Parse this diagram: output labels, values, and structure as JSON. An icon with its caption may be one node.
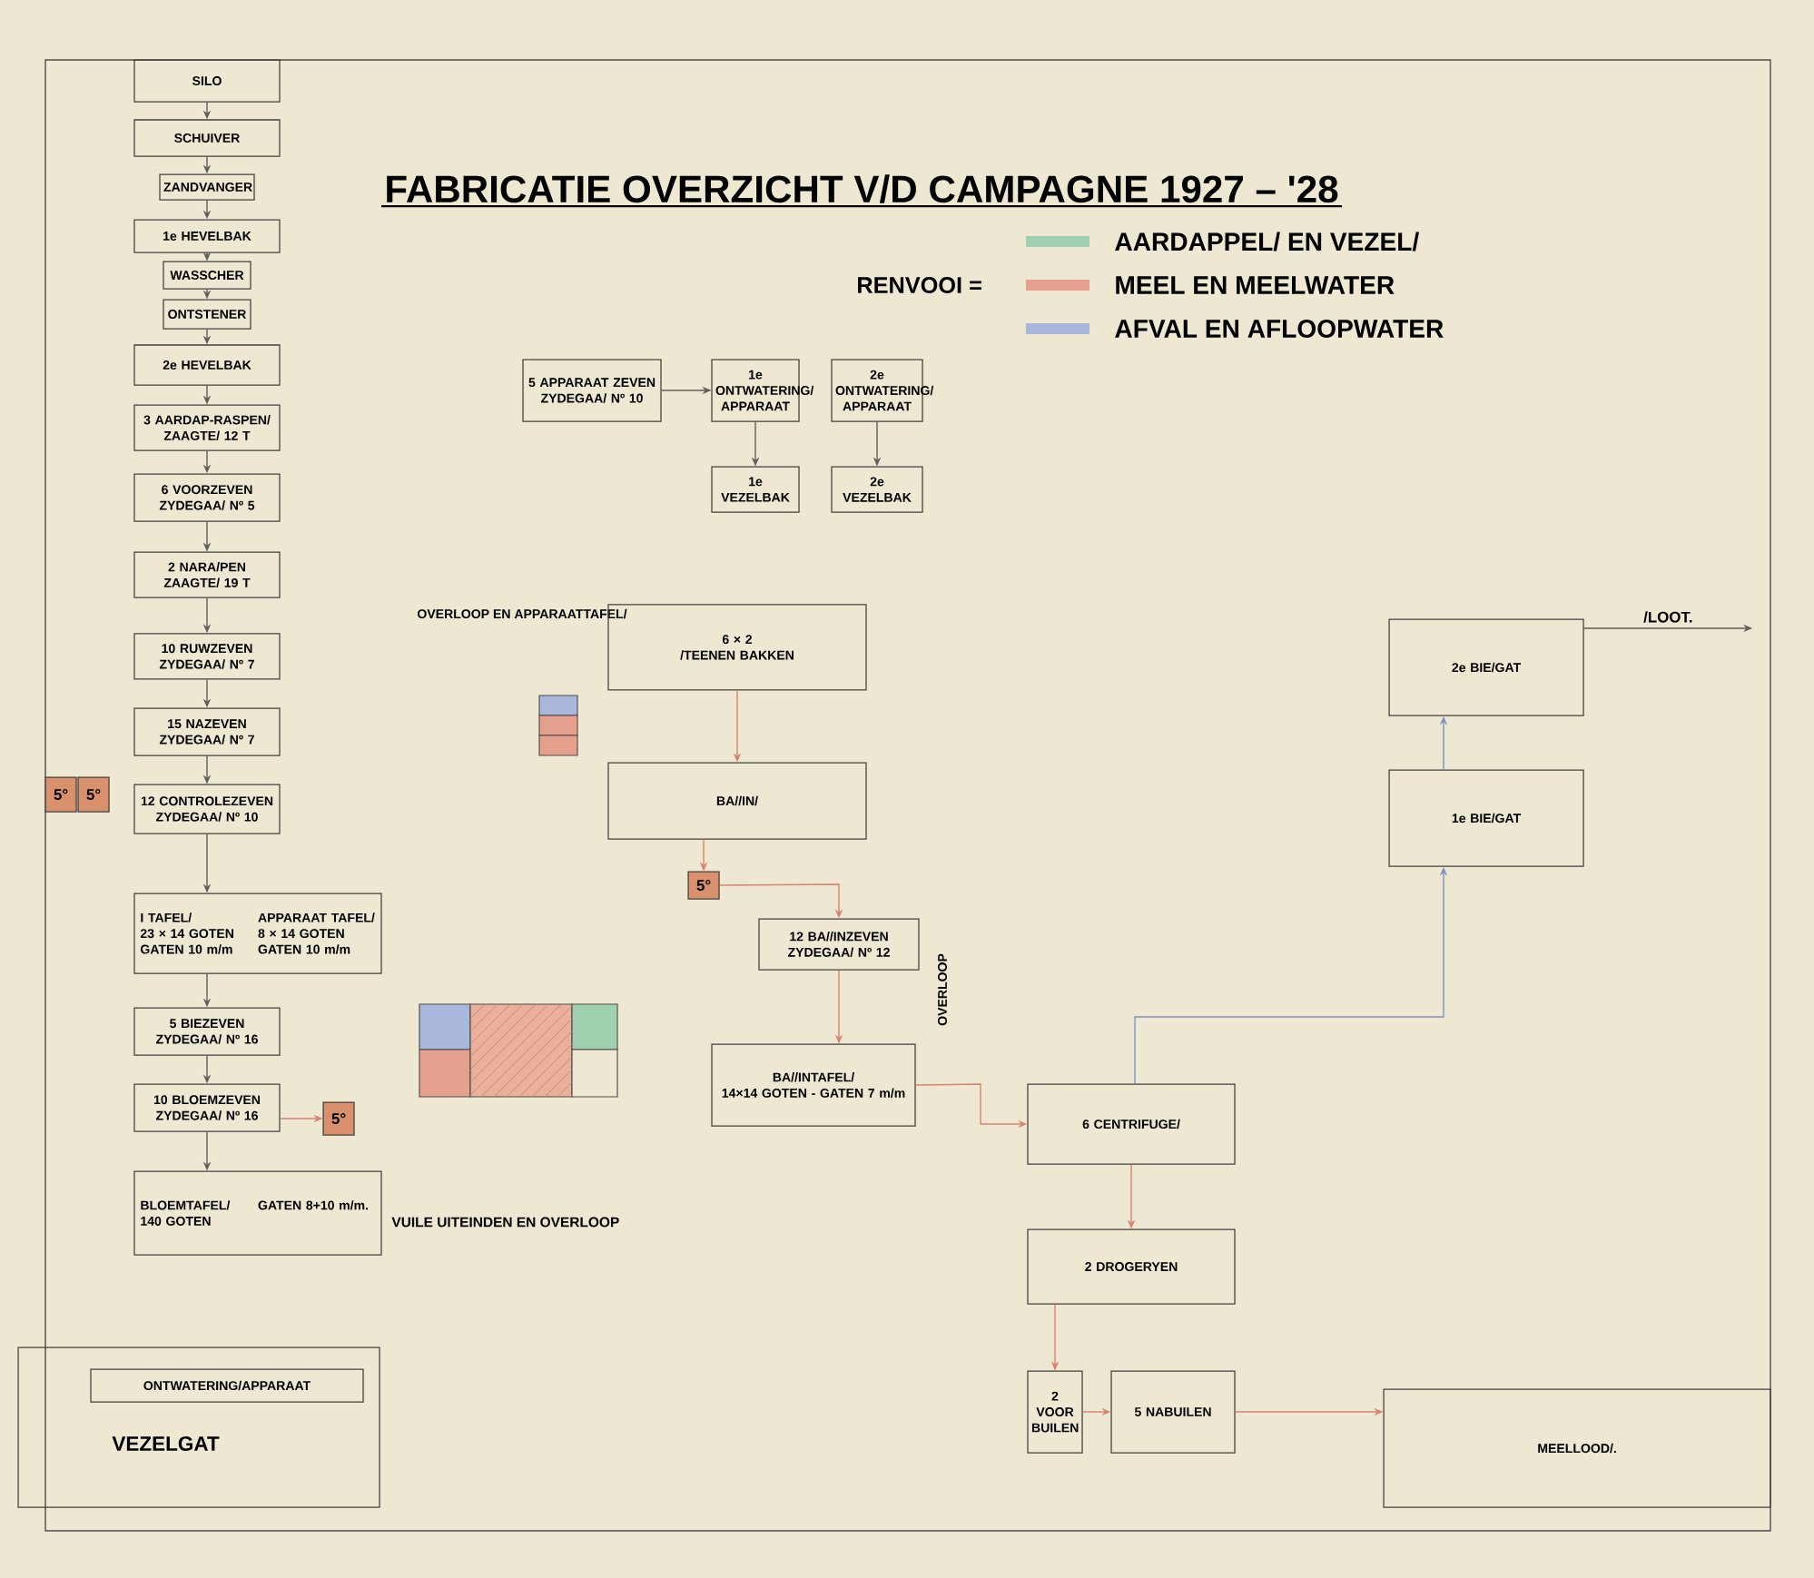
{
  "diagram": {
    "title": "FABRICATIE OVERZICHT V/D CAMPAGNE 1927 – '28",
    "nodes": [
      {
        "text": [
          "SILO"
        ]
      },
      {
        "text": [
          "SCHUIVER"
        ]
      },
      {
        "text": [
          "ZANDVANGER"
        ]
      },
      {
        "text": [
          "1e HEVELBAK"
        ]
      },
      {
        "text": [
          "WASSCHER"
        ]
      },
      {
        "text": [
          "ONTSTENER"
        ]
      },
      {
        "text": [
          "2e HEVELBAK"
        ]
      },
      {
        "text": [
          "3 AARDAP-RASPEN/ ZAAGTE/ 12 T"
        ]
      },
      {
        "text": [
          "6 VOORZEVEN ZYDEGAA/ Nº 5"
        ]
      },
      {
        "text": [
          "2 NARA/PEN ZAAGTE/ 19 T"
        ]
      },
      {
        "text": [
          "10 RUWZEVEN ZYDEGAA/ Nº 7"
        ]
      },
      {
        "text": [
          "15 NAZEVEN ZYDEGAA/ Nº 7"
        ]
      },
      {
        "text": [
          "12 CONTROLEZEVEN ZYDEGAA/ Nº 10"
        ]
      },
      {
        "text": [
          "I TAFEL/",
          "23 × 14 GOTEN",
          "GATEN 10 m/m",
          "APPARAAT TAFEL/",
          "8 × 14 GOTEN",
          "GATEN 10 m/m"
        ]
      },
      {
        "text": [
          "5 BIEZEVEN ZYDEGAA/ Nº 16"
        ]
      },
      {
        "text": [
          "10 BLOEMZEVEN ZYDEGAA/ Nº 16"
        ]
      },
      {
        "text": [
          "BLOEMTAFEL/",
          "140 GOTEN",
          "GATEN 8+10 m/m."
        ]
      },
      {
        "text": [
          "VEZELGAT"
        ]
      },
      {
        "text": [
          "ONTWATERING/APPARAAT"
        ],
        "in": 17
      },
      {
        "text": [
          "5 APPARAAT ZEVEN ZYDEGAA/ Nº 10"
        ]
      },
      {
        "text": [
          "1e ONTWATERING/ APPARAAT"
        ]
      },
      {
        "text": [
          "2e ONTWATERING/ APPARAAT"
        ]
      },
      {
        "text": [
          "1e VEZELBAK"
        ]
      },
      {
        "text": [
          "2e VEZELBAK"
        ]
      },
      {
        "text": [
          "6 × 2",
          "/TEENEN BAKKEN"
        ]
      },
      {
        "text": [
          "BA//IN/"
        ]
      },
      {
        "text": [
          "12 BA//INZEVEN ZYDEGAA/ Nº 12"
        ]
      },
      {
        "text": [
          "BA//INTAFEL/",
          "14×14 GOTEN - GATEN 7 m/m"
        ]
      },
      {
        "text": [
          "6 CENTRIFUGE/"
        ]
      },
      {
        "text": [
          "2 DROGERYEN"
        ]
      },
      {
        "text": [
          "2 VOOR BUILEN"
        ]
      },
      {
        "text": [
          "5 NABUILEN"
        ]
      },
      {
        "text": [
          "MEELLOOD/."
        ]
      },
      {
        "text": [
          "2e BIE/GAT"
        ]
      },
      {
        "text": [
          "1e BIE/GAT"
        ]
      },
      {
        "text": [
          "5°"
        ]
      },
      {
        "text": [
          "5°"
        ]
      },
      {
        "text": [
          "5°"
        ]
      },
      {
        "text": [
          "5°"
        ]
      }
    ],
    "edges": [
      {
        "from": 0,
        "to": 1,
        "arrow": "to"
      },
      {
        "from": 1,
        "to": 2,
        "arrow": "to"
      },
      {
        "from": 2,
        "to": 3,
        "arrow": "to"
      },
      {
        "from": 3,
        "to": 4,
        "arrow": "to"
      },
      {
        "from": 4,
        "to": 5,
        "arrow": "to"
      },
      {
        "from": 5,
        "to": 6,
        "arrow": "to"
      },
      {
        "from": 6,
        "to": 7,
        "arrow": "to"
      },
      {
        "from": 7,
        "to": 8,
        "arrow": "to"
      },
      {
        "from": 8,
        "to": 9,
        "arrow": "to"
      },
      {
        "from": 9,
        "to": 10,
        "arrow": "to"
      },
      {
        "from": 10,
        "to": 11,
        "arrow": "to"
      },
      {
        "from": 11,
        "to": 12,
        "arrow": "to"
      },
      {
        "from": 12,
        "to": 13,
        "arrow": "to"
      },
      {
        "from": 13,
        "to": 14,
        "arrow": "to"
      },
      {
        "from": 14,
        "to": 15,
        "arrow": "to"
      },
      {
        "from": 15,
        "to": 16,
        "arrow": "to"
      },
      {
        "from": 19,
        "to": 20,
        "arrow": "to"
      },
      {
        "from": 20,
        "to": 22,
        "arrow": "to"
      },
      {
        "from": 21,
        "to": 23,
        "arrow": "to"
      },
      {
        "from": 24,
        "to": 25,
        "arrow": "to",
        "color": "#d9826e"
      },
      {
        "from": 25,
        "to": 37,
        "arrow": "to",
        "color": "#d9826e"
      },
      {
        "from": 37,
        "to": 26,
        "arrow": "to",
        "color": "#d9826e"
      },
      {
        "from": 26,
        "to": 27,
        "arrow": "to",
        "color": "#d9826e"
      },
      {
        "from": 27,
        "to": 28,
        "arrow": "to",
        "color": "#d9826e"
      },
      {
        "from": 28,
        "to": 29,
        "arrow": "to",
        "color": "#d9826e"
      },
      {
        "from": 29,
        "to": 30,
        "arrow": "to",
        "color": "#d9826e"
      },
      {
        "from": 30,
        "to": 31,
        "arrow": "to",
        "color": "#d9826e"
      },
      {
        "from": 31,
        "to": 32,
        "arrow": "to",
        "color": "#d9826e"
      },
      {
        "from": 28,
        "to": 34,
        "arrow": "to",
        "color": "#7f93c4"
      },
      {
        "from": 34,
        "to": 33,
        "arrow": "to",
        "color": "#7f93c4"
      },
      {
        "from": 33,
        "to": null,
        "arrow": "to",
        "label": "/LOOT."
      },
      {
        "from": 15,
        "to": 38,
        "arrow": "to",
        "color": "#d9826e"
      }
    ],
    "labels": [
      "RENVOOI =",
      "OVERLOOP EN APPARAATTAFEL/",
      "VUILE UITEINDEN EN OVERLOOP",
      "OVERLOOP"
    ],
    "legend": [
      {
        "text": "AARDAPPEL/ EN VEZEL/",
        "color": "#9fd0b0"
      },
      {
        "text": "MEEL EN MEELWATER",
        "color": "#e6a08e"
      },
      {
        "text": "AFVAL EN AFLOOPWATER",
        "color": "#a9b7dc"
      }
    ]
  }
}
